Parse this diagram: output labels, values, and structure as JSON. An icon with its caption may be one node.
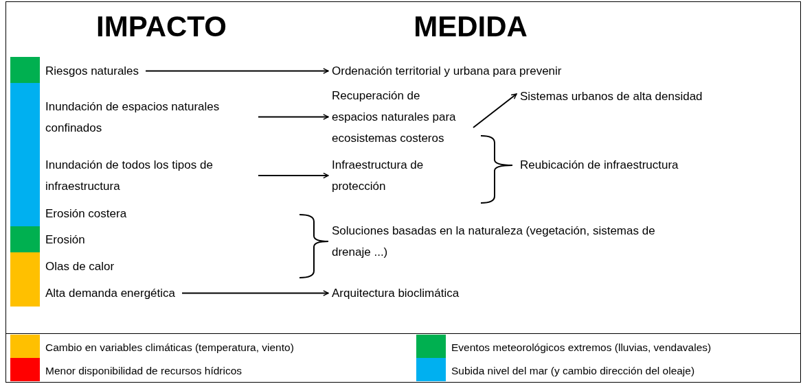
{
  "diagram": {
    "nodes": [
      {
        "text": [
          "Riesgos naturales"
        ]
      },
      {
        "text": [
          "Inundación de espacios naturales confinados"
        ]
      },
      {
        "text": [
          "Inundación de todos los tipos de infraestructura"
        ]
      },
      {
        "text": [
          "Erosión costera"
        ]
      },
      {
        "text": [
          "Erosión"
        ]
      },
      {
        "text": [
          "Olas de calor"
        ]
      },
      {
        "text": [
          "Alta demanda energética"
        ]
      },
      {
        "text": [
          "Ordenación territorial y urbana para prevenir"
        ]
      },
      {
        "text": [
          "Recuperación de espacios naturales para ecosistemas costeros"
        ]
      },
      {
        "text": [
          "Infraestructura de protección"
        ]
      },
      {
        "text": [
          "Soluciones basadas en la naturaleza (vegetación, sistemas de drenaje ...)"
        ]
      },
      {
        "text": [
          "Arquitectura bioclimática"
        ]
      },
      {
        "text": [
          "Sistemas urbanos de alta densidad"
        ]
      },
      {
        "text": [
          "Reubicación de infraestructura"
        ]
      }
    ],
    "edges": [
      {
        "from": 0,
        "to": 7,
        "arrow": "to"
      },
      {
        "from": 1,
        "to": 8,
        "arrow": "to"
      },
      {
        "from": 2,
        "to": 9,
        "arrow": "to"
      },
      {
        "from": 6,
        "to": 11,
        "arrow": "to"
      },
      {
        "from": 8,
        "to": 12,
        "arrow": "to"
      }
    ],
    "labels": [
      "IMPACTO",
      "MEDIDA"
    ],
    "legend": [
      {
        "text": "Cambio en variables climáticas (temperatura, viento)",
        "color": "#ffc000"
      },
      {
        "text": "Eventos meteorológicos extremos (lluvias, vendavales)",
        "color": "#00b050"
      },
      {
        "text": "Menor disponibilidad de recursos hídricos",
        "color": "#ff0000"
      },
      {
        "text": "Subida nivel del mar (y cambio dirección del oleaje)",
        "color": "#00b0f0"
      }
    ]
  }
}
